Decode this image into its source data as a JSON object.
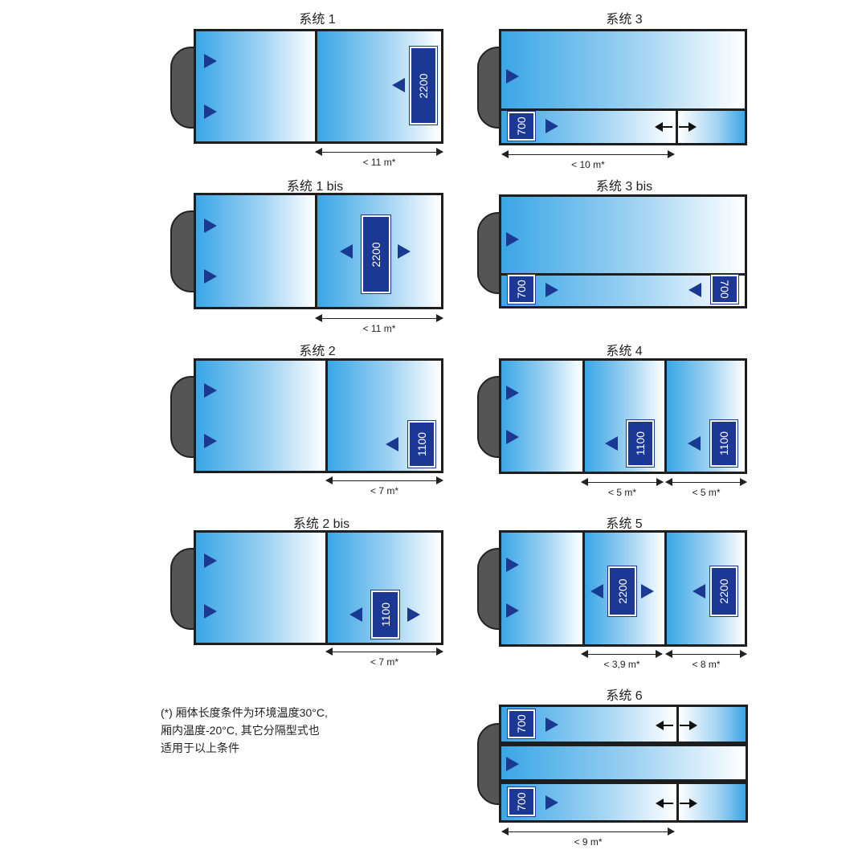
{
  "diagrams": [
    {
      "title": "系统 1",
      "dim_label": "< 11 m*",
      "units": [
        "2200"
      ]
    },
    {
      "title": "系统 1 bis",
      "dim_label": "< 11 m*",
      "units": [
        "2200"
      ]
    },
    {
      "title": "系统 2",
      "dim_label": "< 7 m*",
      "units": [
        "1100"
      ]
    },
    {
      "title": "系统 2 bis",
      "dim_label": "< 7 m*",
      "units": [
        "1100"
      ]
    },
    {
      "title": "系统 3",
      "dim_label": "< 10 m*",
      "units": [
        "700"
      ]
    },
    {
      "title": "系统 3 bis",
      "dim_label": "",
      "units": [
        "700",
        "700"
      ]
    },
    {
      "title": "系统 4",
      "dim_labels": [
        "< 5 m*",
        "< 5 m*"
      ],
      "units": [
        "1100",
        "1100"
      ]
    },
    {
      "title": "系统 5",
      "dim_labels": [
        "< 3,9 m*",
        "< 8 m*"
      ],
      "units": [
        "2200",
        "2200"
      ]
    },
    {
      "title": "系统 6",
      "dim_label": "< 9 m*",
      "units": [
        "700",
        "700"
      ]
    }
  ],
  "footnote": {
    "lines": [
      "(*) 厢体长度条件为环境温度30°C,",
      "厢内温度-20°C, 其它分隔型式也",
      "适用于以上条件"
    ]
  },
  "colors": {
    "unit": "#1b3994",
    "arrow": "#1a3a92",
    "gradient_start": "#3aa6e6",
    "outline": "#1e1e1e",
    "cab": "#555555"
  }
}
